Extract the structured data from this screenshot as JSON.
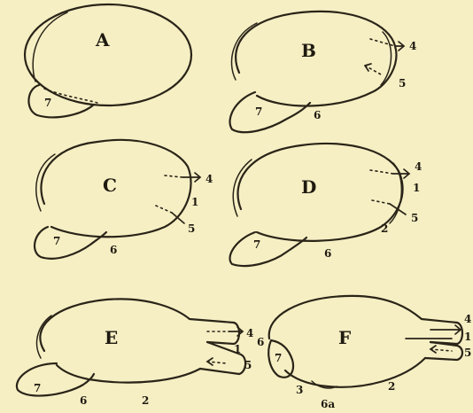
{
  "figures": [
    {
      "letter": "A",
      "labels": [
        "7"
      ]
    },
    {
      "letter": "B",
      "labels": [
        "4",
        "5",
        "7",
        "6"
      ]
    },
    {
      "letter": "C",
      "labels": [
        "4",
        "1",
        "5",
        "7",
        "6"
      ]
    },
    {
      "letter": "D",
      "labels": [
        "4",
        "1",
        "5",
        "2",
        "7",
        "6"
      ]
    },
    {
      "letter": "E",
      "labels": [
        "4",
        "1",
        "5",
        "7",
        "6",
        "2"
      ]
    },
    {
      "letter": "F",
      "labels": [
        "4",
        "1",
        "5",
        "6",
        "7",
        "3",
        "6a",
        "2"
      ]
    }
  ],
  "style": {
    "paper": "#f6efc4",
    "ink": "#2a2418"
  }
}
